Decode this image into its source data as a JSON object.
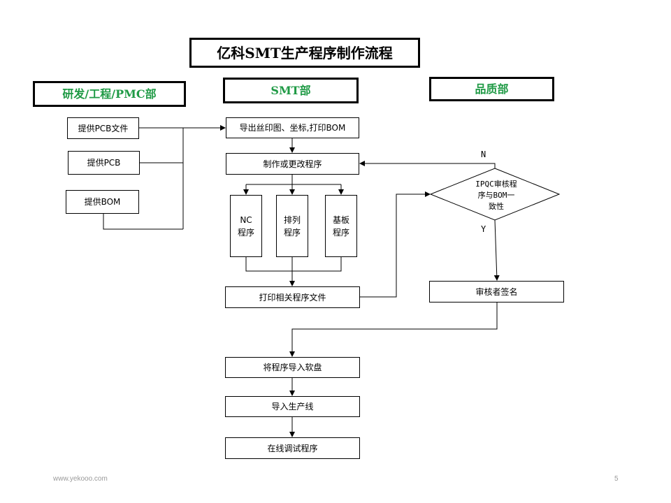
{
  "title": "亿科SMT生产程序制作流程",
  "departments": {
    "rd": "研发/工程/PMC部",
    "smt": "SMT部",
    "qa": "品质部"
  },
  "rd_steps": [
    "提供PCB文件",
    "提供PCB",
    "提供BOM"
  ],
  "smt_steps": {
    "export": "导出丝印图、坐标,打印BOM",
    "make": "制作或更改程序",
    "nc": [
      "NC",
      "程序"
    ],
    "arrange": [
      "排列",
      "程序"
    ],
    "board": [
      "基板",
      "程序"
    ],
    "print": "打印相关程序文件",
    "floppy": "将程序导入软盘",
    "line": "导入生产线",
    "debug": "在线调试程序"
  },
  "qa_steps": {
    "decision": [
      "IPQC审核程",
      "序与BOM一",
      "致性"
    ],
    "sign": "审核者签名"
  },
  "labels": {
    "no": "N",
    "yes": "Y"
  },
  "footer": {
    "url": "www.yekooo.com",
    "page": "5"
  },
  "colors": {
    "department_text": "#1f9a45"
  }
}
